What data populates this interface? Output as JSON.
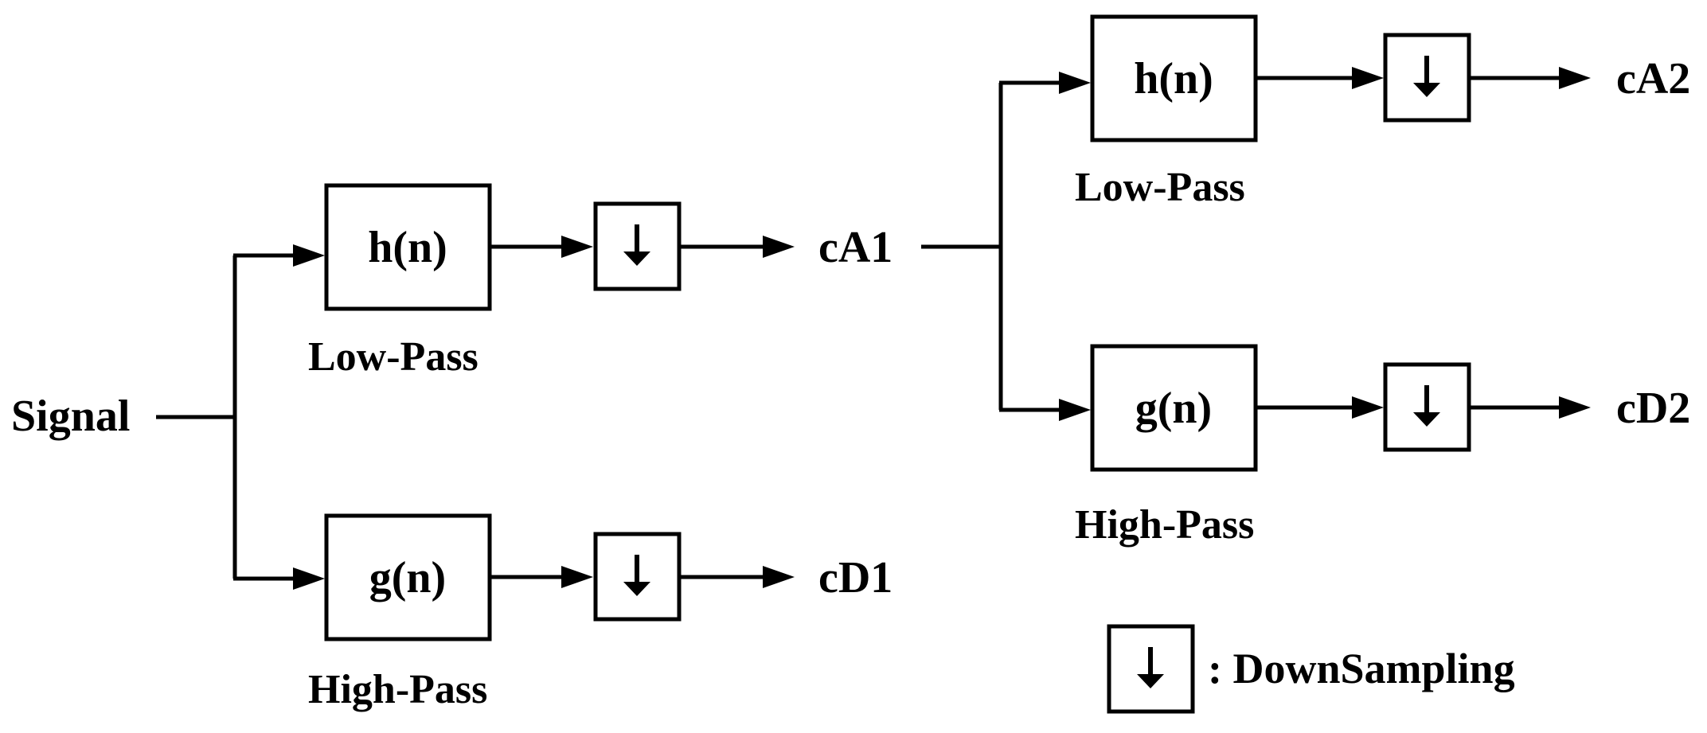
{
  "input": {
    "label": "Signal"
  },
  "level1": {
    "lowpass": {
      "filter": "h(n)",
      "caption": "Low-Pass",
      "output": "cA1"
    },
    "highpass": {
      "filter": "g(n)",
      "caption": "High-Pass",
      "output": "cD1"
    }
  },
  "level2": {
    "lowpass": {
      "filter": "h(n)",
      "caption": "Low-Pass",
      "output": "cA2"
    },
    "highpass": {
      "filter": "g(n)",
      "caption": "High-Pass",
      "output": "cD2"
    }
  },
  "legend": {
    "text": ": DownSampling",
    "icon": "down-arrow-icon"
  },
  "colors": {
    "stroke": "#000000",
    "background": "#ffffff"
  }
}
